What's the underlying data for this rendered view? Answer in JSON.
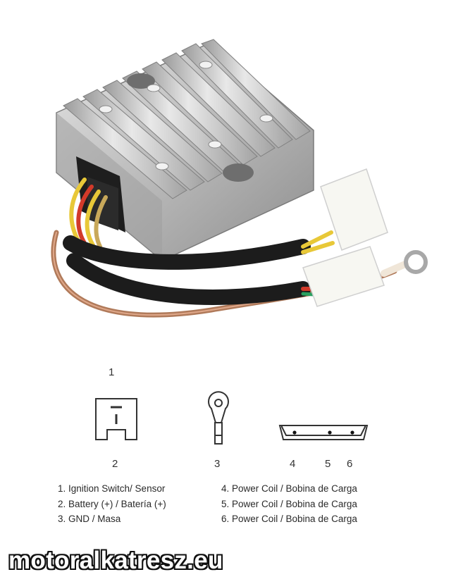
{
  "diagram": {
    "label_top": "1",
    "label_connector_plug": "2",
    "label_ring_terminal": "3",
    "label_pin_4": "4",
    "label_pin_5": "5",
    "label_pin_6": "6"
  },
  "legend": {
    "left": [
      "1. Ignition Switch/ Sensor",
      "2. Battery (+) / Batería (+)",
      "3. GND / Masa"
    ],
    "right": [
      "4. Power Coil / Bobina de Carga",
      "5. Power Coil / Bobina de Carga",
      "6. Power Coil / Bobina de Carga"
    ]
  },
  "watermark": "motoralkatresz.eu",
  "colors": {
    "wire_yellow": "#e8c838",
    "wire_red": "#d23a2a",
    "wire_brown": "#b07a5a",
    "sheath_black": "#1c1c1c",
    "heatsink": "#bfbfbf"
  }
}
